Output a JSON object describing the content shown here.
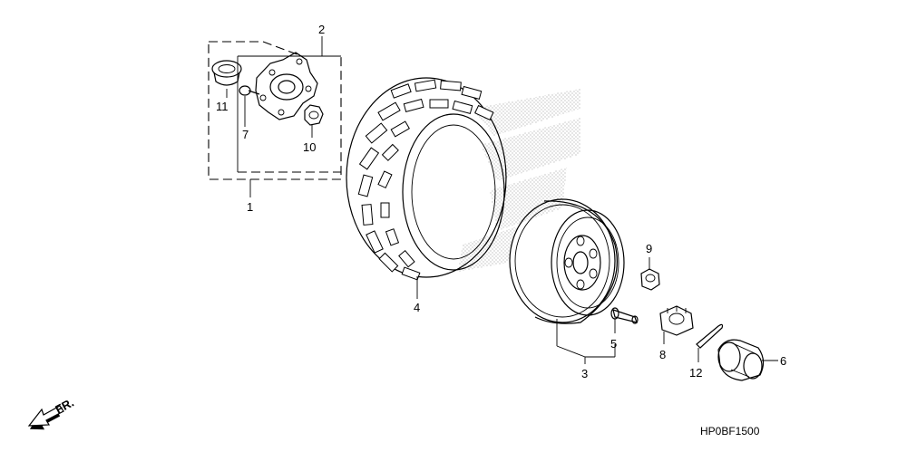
{
  "callouts": {
    "c1": "1",
    "c2": "2",
    "c3": "3",
    "c4": "4",
    "c5": "5",
    "c6": "6",
    "c7": "7",
    "c8": "8",
    "c9": "9",
    "c10": "10",
    "c11": "11",
    "c12": "12"
  },
  "direction_label": "FR.",
  "diagram_code": "HP0BF1500"
}
